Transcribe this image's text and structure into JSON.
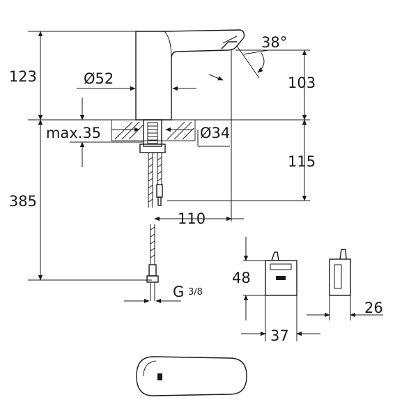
{
  "drawing": {
    "dimensions": {
      "height_spout": "123",
      "spout_angle": "38°",
      "body_diameter": "Ø52",
      "spout_height": "103",
      "deck_thickness": "max.35",
      "hole_diameter": "Ø34",
      "under_deck": "115",
      "total_hose": "385",
      "projection": "110",
      "connection_g": "G",
      "connection_size": "3/8",
      "box_height": "48",
      "box_width": "37",
      "box_depth": "26"
    },
    "icons": [
      "faucet-side-view",
      "control-box-front",
      "control-box-side",
      "faucet-top-view"
    ]
  }
}
